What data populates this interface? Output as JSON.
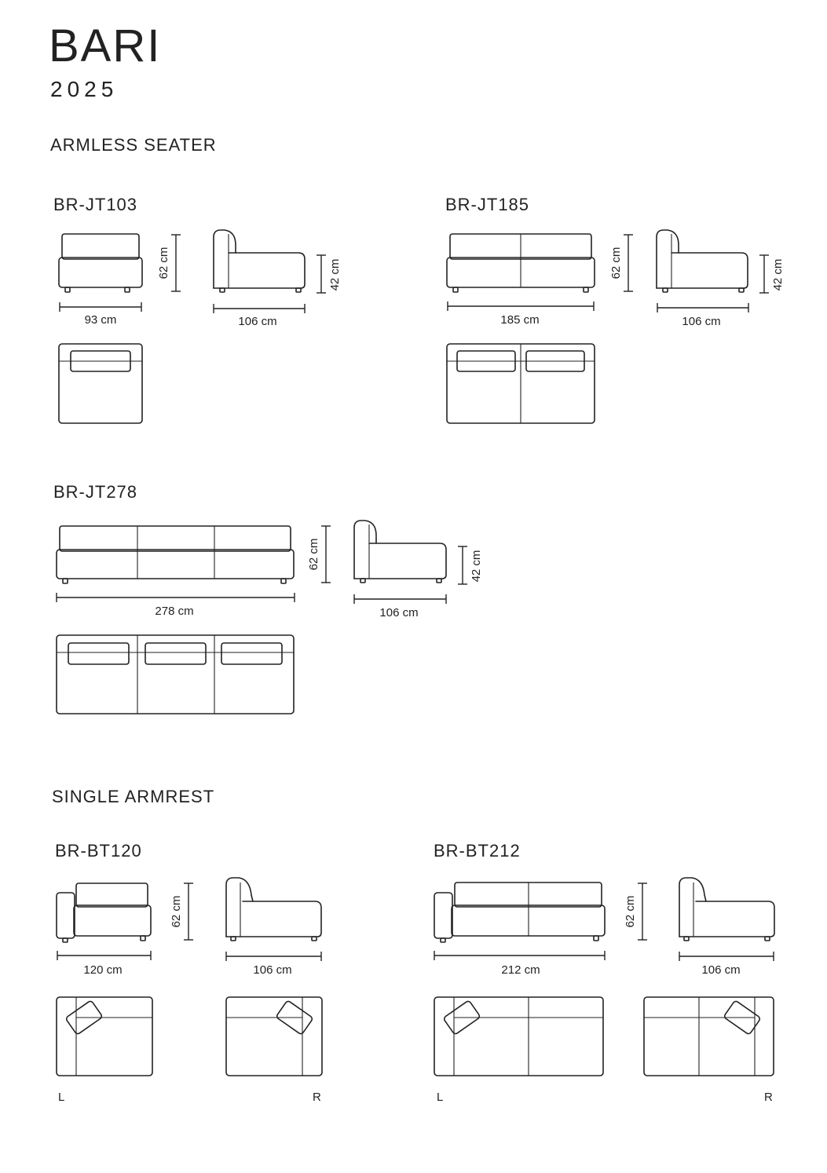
{
  "header": {
    "title": "BARI",
    "year": "2025"
  },
  "sections": {
    "armless": {
      "heading": "ARMLESS SEATER",
      "models": {
        "jt103": {
          "code": "BR-JT103",
          "width": "93 cm",
          "height": "62 cm",
          "depth": "106 cm",
          "seat_height": "42 cm"
        },
        "jt185": {
          "code": "BR-JT185",
          "width": "185 cm",
          "height": "62 cm",
          "depth": "106 cm",
          "seat_height": "42 cm"
        },
        "jt278": {
          "code": "BR-JT278",
          "width": "278 cm",
          "height": "62 cm",
          "depth": "106 cm",
          "seat_height": "42 cm"
        }
      }
    },
    "single_armrest": {
      "heading": "SINGLE ARMREST",
      "models": {
        "bt120": {
          "code": "BR-BT120",
          "width": "120 cm",
          "height": "62 cm",
          "depth": "106 cm",
          "left_label": "L",
          "right_label": "R"
        },
        "bt212": {
          "code": "BR-BT212",
          "width": "212 cm",
          "height": "62 cm",
          "depth": "106 cm",
          "left_label": "L",
          "right_label": "R"
        }
      }
    }
  }
}
